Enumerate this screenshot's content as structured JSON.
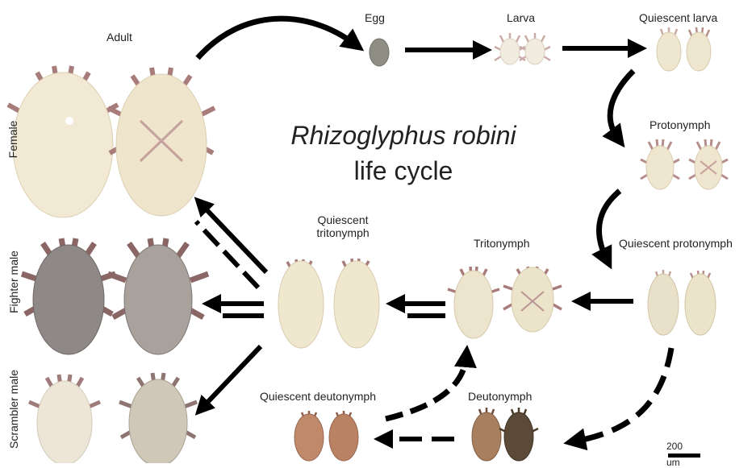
{
  "title": {
    "species": "Rhizoglyphus robini",
    "subtitle": "life cycle"
  },
  "stages": {
    "adult": "Adult",
    "egg": "Egg",
    "larva": "Larva",
    "quiescent_larva": "Quiescent larva",
    "protonymph": "Protonymph",
    "quiescent_protonymph": "Quiescent protonymph",
    "tritonymph": "Tritonymph",
    "quiescent_tritonymph_line1": "Quiescent",
    "quiescent_tritonymph_line2": "tritonymph",
    "deutonymph": "Deutonymph",
    "quiescent_deutonymph": "Quiescent deutonymph"
  },
  "morphs": {
    "female": "Female",
    "fighter_male": "Fighter male",
    "scrambler_male": "Scrambler male"
  },
  "scale_bar": {
    "value": "200",
    "unit": "um"
  },
  "colors": {
    "pale_body": "#efe6cf",
    "pale_body_edge": "#d9ccae",
    "legs": "#a77c7a",
    "fighter_body": "#8e8886",
    "scrambler_body": "#cfc8b8",
    "deuto_body": "#a9805f",
    "deuto_dark": "#5b4a38",
    "egg": "#8f8e85",
    "arrow": "#000000"
  }
}
